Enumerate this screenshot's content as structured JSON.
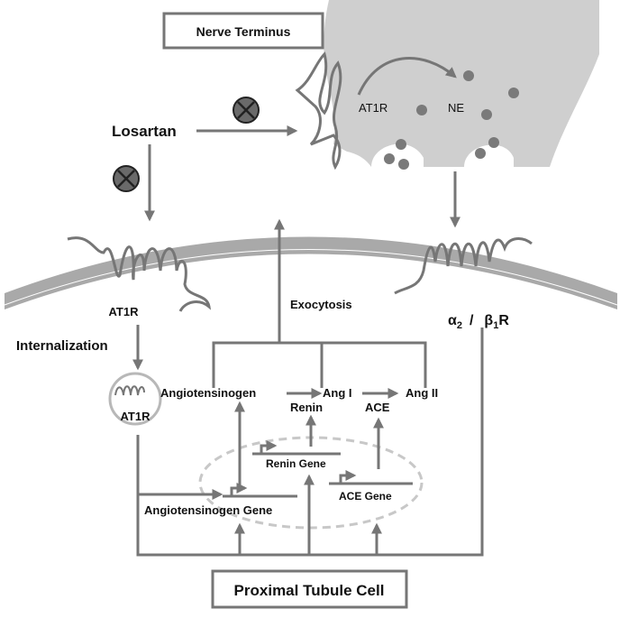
{
  "boxes": {
    "nerve_terminus": "Nerve Terminus",
    "proximal_tubule_cell": "Proximal Tubule Cell"
  },
  "labels": {
    "losartan": "Losartan",
    "at1r_nerve": "AT1R",
    "ne": "NE",
    "at1r_membrane": "AT1R",
    "internalization": "Internalization",
    "at1r_internal": "AT1R",
    "exocytosis": "Exocytosis",
    "alpha": "α",
    "alpha_sub": "2",
    "slash": "/",
    "beta": "β",
    "beta_sub": "1",
    "r": "R",
    "angiotensinogen": "Angiotensinogen",
    "ang1": "Ang I",
    "ang2": "Ang II",
    "renin": "Renin",
    "ace": "ACE",
    "renin_gene": "Renin Gene",
    "ace_gene": "ACE Gene",
    "angiotensinogen_gene": "Angiotensinogen Gene"
  },
  "icons": {
    "block_symbol": "blocked-x-circle-icon"
  },
  "colors": {
    "line": "#767676",
    "membrane": "#a9a9a9",
    "nerve_fill": "#cfcfcf",
    "vesicle": "#7a7a7a",
    "block_fill": "#6a6a6a"
  }
}
